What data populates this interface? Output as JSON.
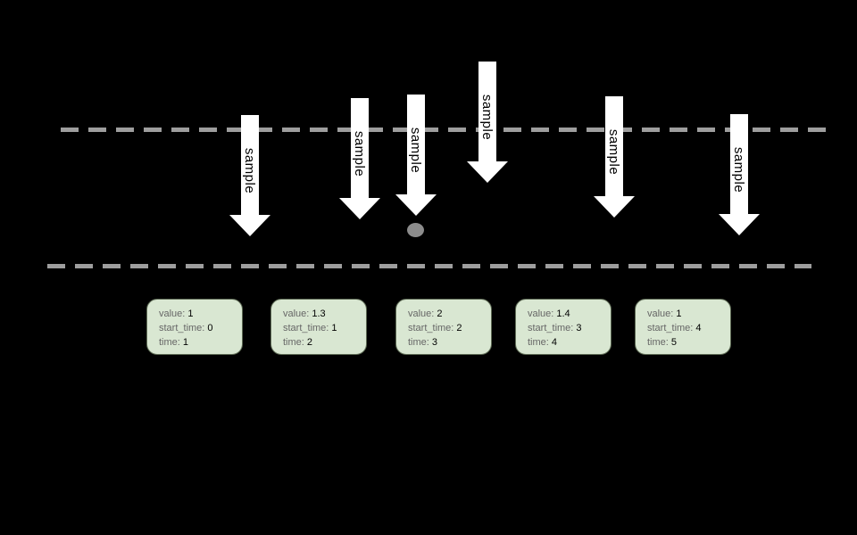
{
  "colors": {
    "background": "#000000",
    "arrow_fill": "#ffffff",
    "arrow_text": "#000000",
    "dashed_line": "#9e9e9e",
    "dot": "#8c8c8c",
    "card_fill": "#d9e7d2",
    "card_border": "#5e6b55",
    "card_label_text": "#666666",
    "card_value_text": "#000000"
  },
  "arrows": [
    {
      "label": "sample"
    },
    {
      "label": "sample"
    },
    {
      "label": "sample"
    },
    {
      "label": "sample"
    },
    {
      "label": "sample"
    },
    {
      "label": "sample"
    }
  ],
  "samples": [
    {
      "rows": [
        {
          "label": "value:",
          "value": "1"
        },
        {
          "label": "start_time:",
          "value": "0"
        },
        {
          "label": "time:",
          "value": "1"
        }
      ]
    },
    {
      "rows": [
        {
          "label": "value:",
          "value": "1.3"
        },
        {
          "label": "start_time:",
          "value": "1"
        },
        {
          "label": "time:",
          "value": "2"
        }
      ]
    },
    {
      "rows": [
        {
          "label": "value:",
          "value": "2"
        },
        {
          "label": "start_time:",
          "value": "2"
        },
        {
          "label": "time:",
          "value": "3"
        }
      ]
    },
    {
      "rows": [
        {
          "label": "value:",
          "value": "1.4"
        },
        {
          "label": "start_time:",
          "value": "3"
        },
        {
          "label": "time:",
          "value": "4"
        }
      ]
    },
    {
      "rows": [
        {
          "label": "value:",
          "value": "1"
        },
        {
          "label": "start_time:",
          "value": "4"
        },
        {
          "label": "time:",
          "value": "5"
        }
      ]
    }
  ]
}
